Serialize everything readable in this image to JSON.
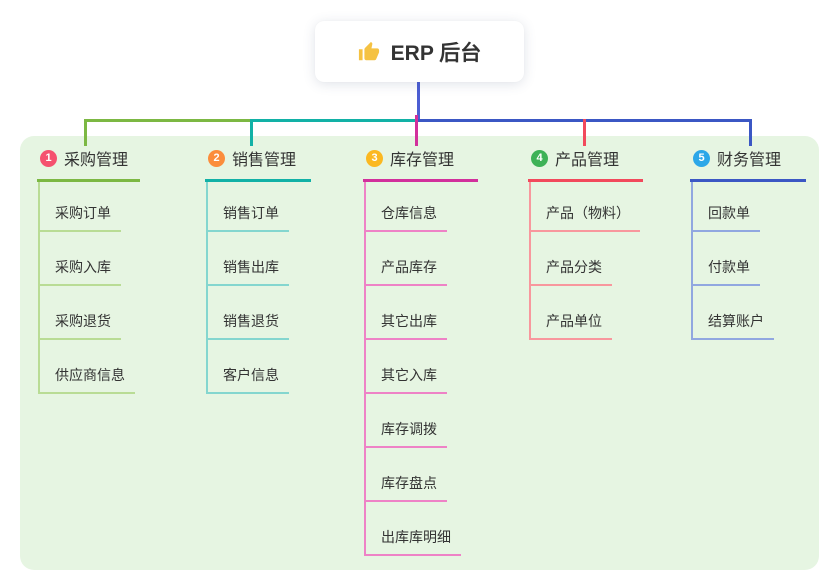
{
  "root": {
    "label": "ERP 后台",
    "icon": "thumbs-up-icon"
  },
  "branches": [
    {
      "num": "1",
      "label": "采购管理",
      "badge_color": "#f5516f",
      "line_color": "#7cb843",
      "child_line_color": "#b9dc95",
      "children": [
        "采购订单",
        "采购入库",
        "采购退货",
        "供应商信息"
      ]
    },
    {
      "num": "2",
      "label": "销售管理",
      "badge_color": "#fb8d3c",
      "line_color": "#12b1a6",
      "child_line_color": "#84d6cf",
      "children": [
        "销售订单",
        "销售出库",
        "销售退货",
        "客户信息"
      ]
    },
    {
      "num": "3",
      "label": "库存管理",
      "badge_color": "#fbb821",
      "line_color": "#d2309c",
      "child_line_color": "#ee82c6",
      "children": [
        "仓库信息",
        "产品库存",
        "其它出库",
        "其它入库",
        "库存调拨",
        "库存盘点",
        "出库库明细"
      ]
    },
    {
      "num": "4",
      "label": "产品管理",
      "badge_color": "#3eb257",
      "line_color": "#f2495c",
      "child_line_color": "#f8979d",
      "children": [
        "产品（物料）",
        "产品分类",
        "产品单位"
      ]
    },
    {
      "num": "5",
      "label": "财务管理",
      "badge_color": "#2ca7e8",
      "line_color": "#3b57c4",
      "child_line_color": "#91a7e0",
      "children": [
        "回款单",
        "付款单",
        "结算账户"
      ]
    }
  ],
  "colors": {
    "canvas_bg": "#e6f5e2",
    "root_line": "#4c5ed3",
    "bus_green": "#7cb843",
    "bus_teal": "#12b1a6",
    "bus_blue": "#3b57c4",
    "drop_magenta": "#d2309c",
    "drop_red": "#f2495c",
    "thumb_icon": "#f5c242"
  }
}
